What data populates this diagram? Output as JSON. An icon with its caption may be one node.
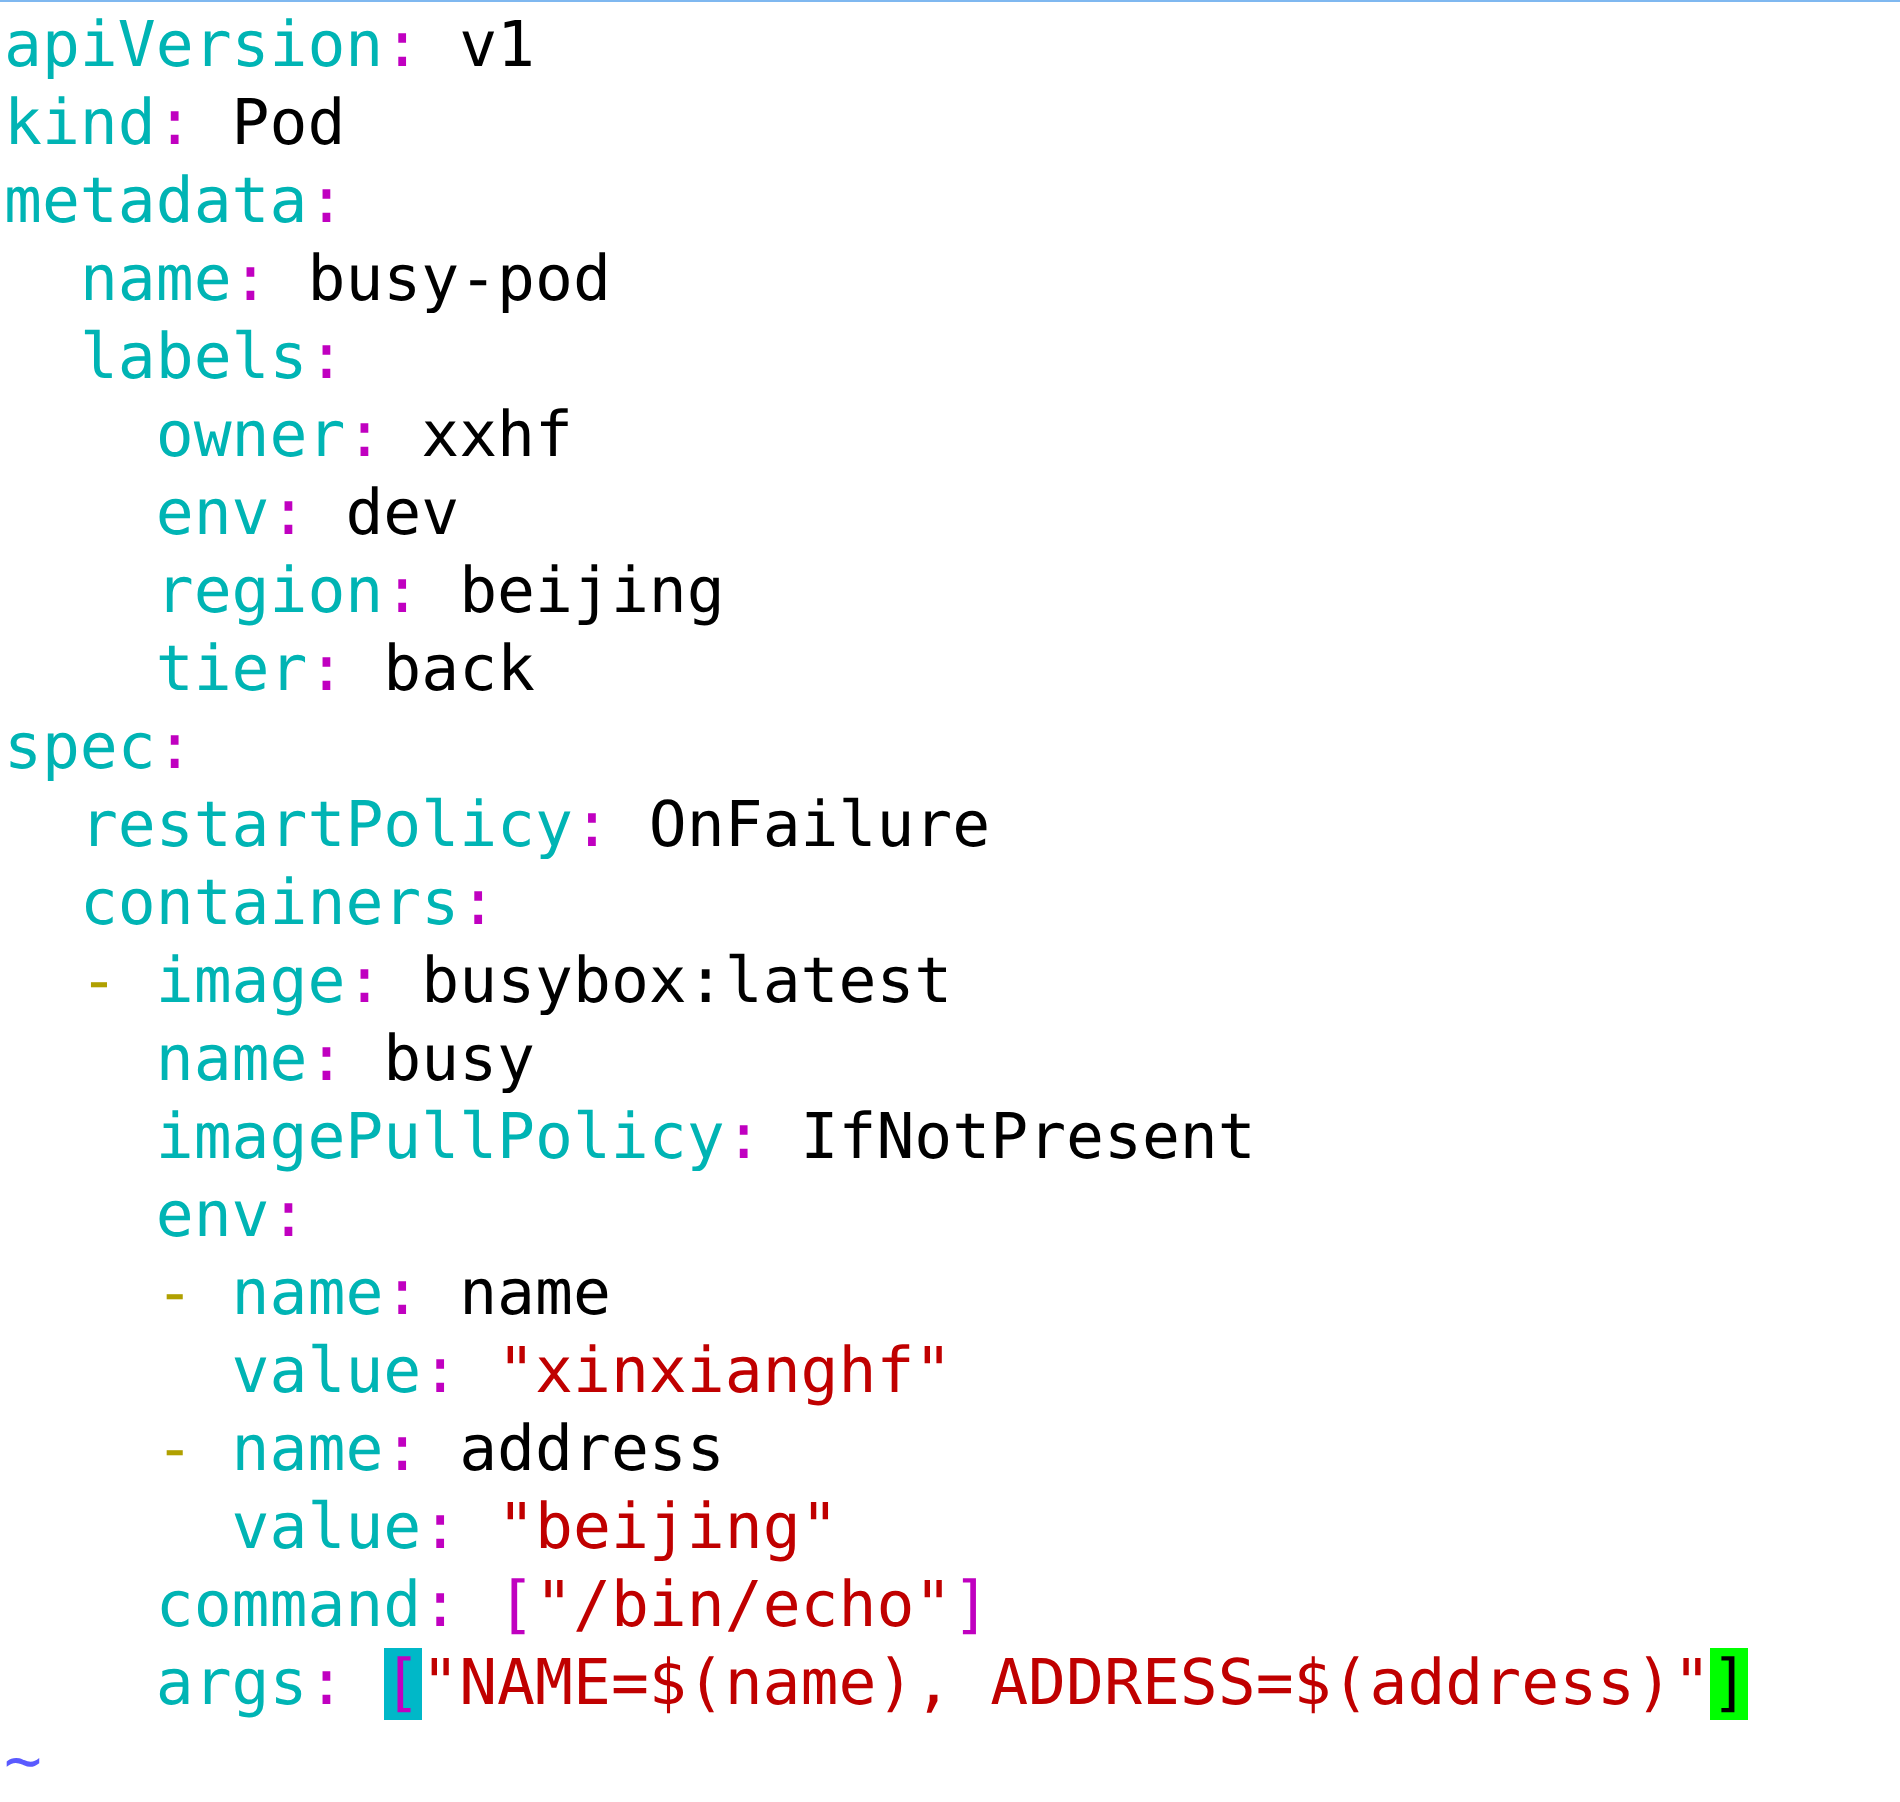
{
  "diagram": {
    "labels": [
      "apiVersion: v1",
      "kind: Pod",
      "metadata:",
      "  name: busy-pod",
      "  labels:",
      "    owner: xxhf",
      "    env: dev",
      "    region: beijing",
      "    tier: back",
      "spec:",
      "  restartPolicy: OnFailure",
      "  containers:",
      "  - image: busybox:latest",
      "    name: busy",
      "    imagePullPolicy: IfNotPresent",
      "    env:",
      "    - name: name",
      "      value: \"xinxianghf\"",
      "    - name: address",
      "      value: \"beijing\"",
      "    command: [\"/bin/echo\"]",
      "    args: [\"NAME=$(name), ADDRESS=$(address)\"]",
      "~"
    ]
  }
}
